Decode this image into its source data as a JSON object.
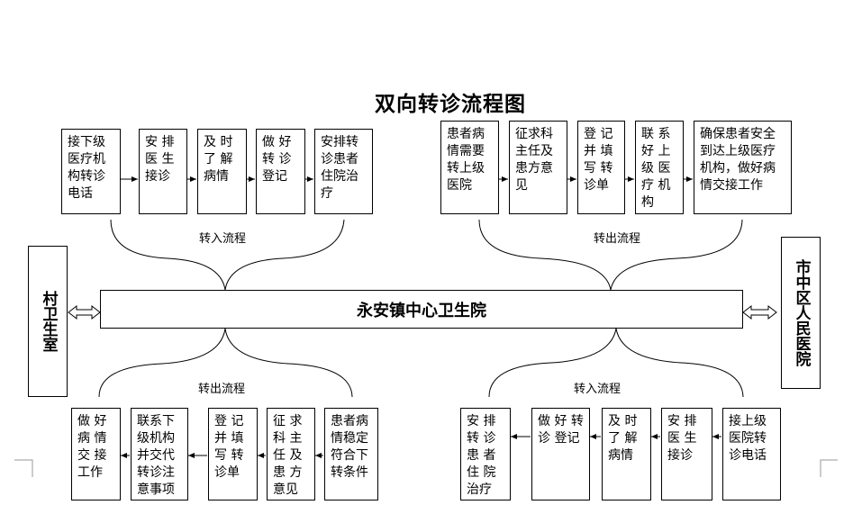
{
  "title": "双向转诊流程图",
  "center": "永安镇中心卫生院",
  "left_side": "村卫生室",
  "right_side": "市中区人民医院",
  "labels": {
    "top_left": "转入流程",
    "top_right": "转出流程",
    "bottom_left": "转出流程",
    "bottom_right": "转入流程"
  },
  "top_left_steps": [
    "接下级医疗机构转诊电话",
    "安 排 医 生 接诊",
    "及 时 了 解 病情",
    "做 好 转 诊 登记",
    "安排转诊患者住院治疗"
  ],
  "top_right_steps": [
    "患者病情需要转上级医院",
    "征求科主任及患方意见",
    "登 记 并 填 写 转 诊单",
    "联 系 好 上 级 医 疗 机 构",
    "确保患者安全到达上级医疗机构，做好病情交接工作"
  ],
  "bottom_left_steps": [
    "患者病情稳定符合下转条件",
    "征 求 科 主 任 及 患 方 意见",
    "登 记 并 填 写 转 诊单",
    "联系下级机构并交代转诊注意事项",
    "做 好 病 情 交 接 工作"
  ],
  "bottom_right_steps": [
    "接上级医院转诊电话",
    "安 排 医 生 接诊",
    "及 时 了 解 病情",
    "做 好 转 诊 登记",
    "安 排 转 诊 患 者 住 院 治疗"
  ]
}
